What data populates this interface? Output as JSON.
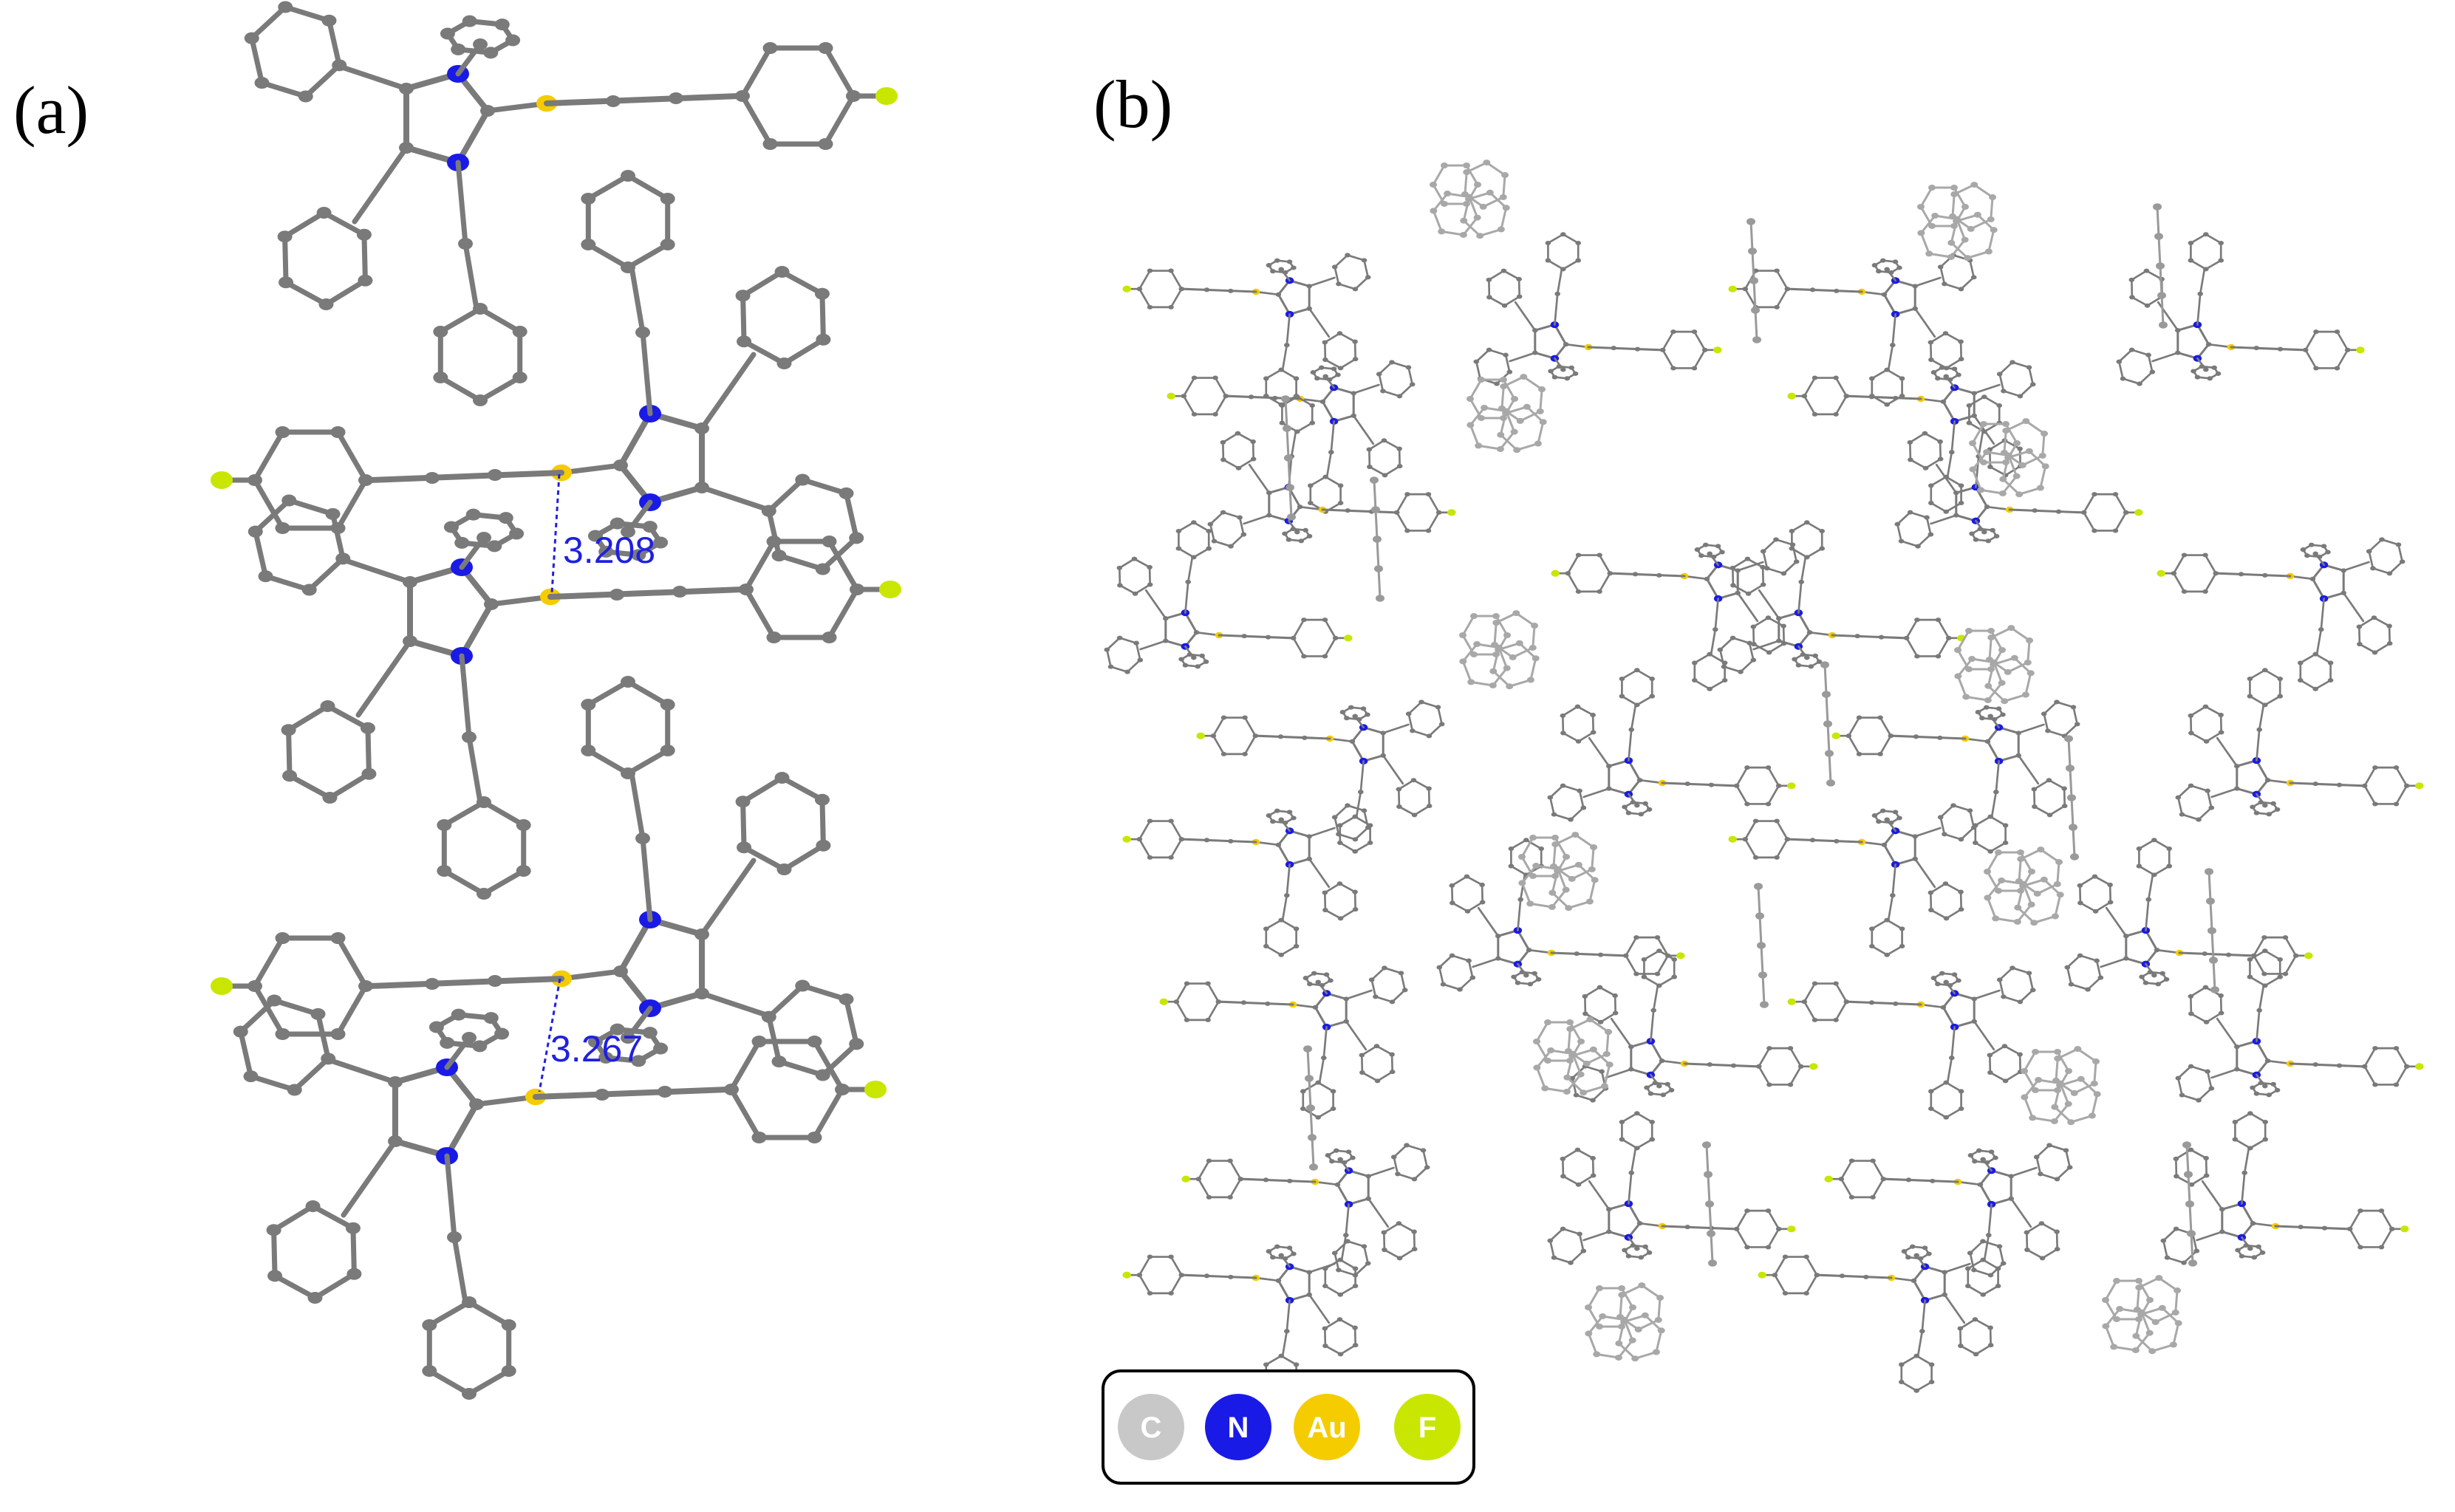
{
  "panels": {
    "a": {
      "label": "(a)"
    },
    "b": {
      "label": "(b)"
    }
  },
  "distances": [
    {
      "value": "3.208"
    },
    {
      "value": "3.267"
    }
  ],
  "legend": [
    {
      "symbol": "C",
      "color": "#c8c8c8"
    },
    {
      "symbol": "N",
      "color": "#1a1ae6"
    },
    {
      "symbol": "Au",
      "color": "#f5cc00"
    },
    {
      "symbol": "F",
      "color": "#c8e600"
    }
  ],
  "colors": {
    "carbon": "#7a7a7a",
    "carbon_light": "#a8a8a8",
    "nitrogen": "#1a1ae6",
    "gold": "#f5cc00",
    "fluorine": "#c8e600",
    "contact": "#2020e0"
  }
}
